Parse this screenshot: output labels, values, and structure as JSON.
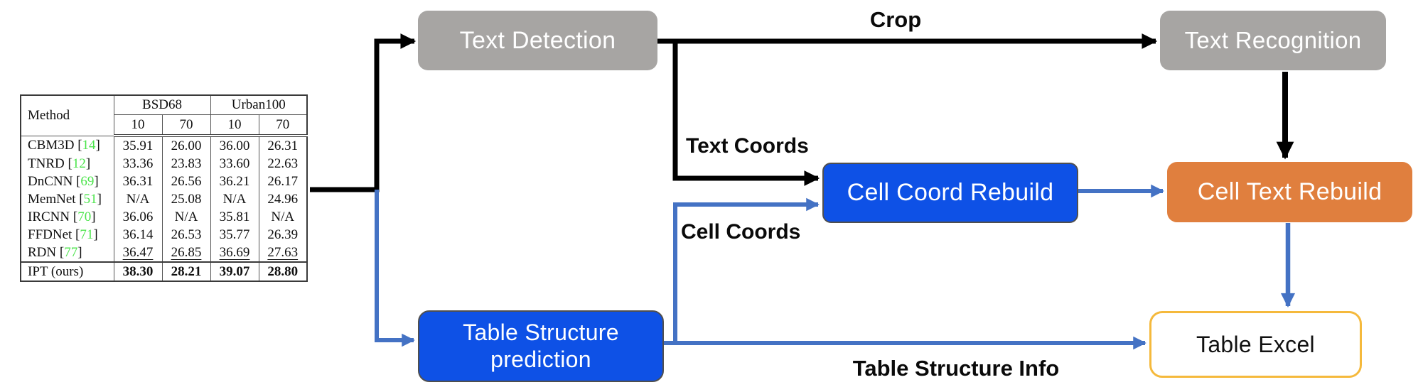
{
  "nodes": {
    "text_detection": "Text Detection",
    "text_recognition": "Text Recognition",
    "cell_coord_rebuild": "Cell Coord Rebuild",
    "cell_text_rebuild": "Cell Text Rebuild",
    "table_structure_prediction": "Table Structure prediction",
    "table_excel": "Table Excel"
  },
  "edge_labels": {
    "crop": "Crop",
    "text_coords": "Text Coords",
    "cell_coords": "Cell Coords",
    "table_structure_info": "Table Structure Info"
  },
  "colors": {
    "gray_node_fill": "#a7a5a3",
    "blue_node_fill": "#0e51e6",
    "orange_node_fill": "#e07f3e",
    "excel_border_gold": "#f5b93c",
    "blue_arrow": "#4472c4",
    "black_arrow": "#000000",
    "ref_green": "#4be44b"
  },
  "input_table": {
    "col_header_method": "Method",
    "col_groups": [
      {
        "label": "BSD68",
        "sub": [
          "10",
          "70"
        ]
      },
      {
        "label": "Urban100",
        "sub": [
          "10",
          "70"
        ]
      }
    ],
    "rows": [
      {
        "method": "CBM3D",
        "ref": "14",
        "values": [
          "35.91",
          "26.00",
          "36.00",
          "26.31"
        ]
      },
      {
        "method": "TNRD",
        "ref": "12",
        "values": [
          "33.36",
          "23.83",
          "33.60",
          "22.63"
        ]
      },
      {
        "method": "DnCNN",
        "ref": "69",
        "values": [
          "36.31",
          "26.56",
          "36.21",
          "26.17"
        ]
      },
      {
        "method": "MemNet",
        "ref": "51",
        "values": [
          "N/A",
          "25.08",
          "N/A",
          "24.96"
        ]
      },
      {
        "method": "IRCNN",
        "ref": "70",
        "values": [
          "36.06",
          "N/A",
          "35.81",
          "N/A"
        ]
      },
      {
        "method": "FFDNet",
        "ref": "71",
        "values": [
          "36.14",
          "26.53",
          "35.77",
          "26.39"
        ]
      },
      {
        "method": "RDN",
        "ref": "77",
        "values": [
          "36.47",
          "26.85",
          "36.69",
          "27.63"
        ]
      },
      {
        "method": "IPT (ours)",
        "ref": "",
        "values": [
          "38.30",
          "28.21",
          "39.07",
          "28.80"
        ]
      }
    ]
  }
}
